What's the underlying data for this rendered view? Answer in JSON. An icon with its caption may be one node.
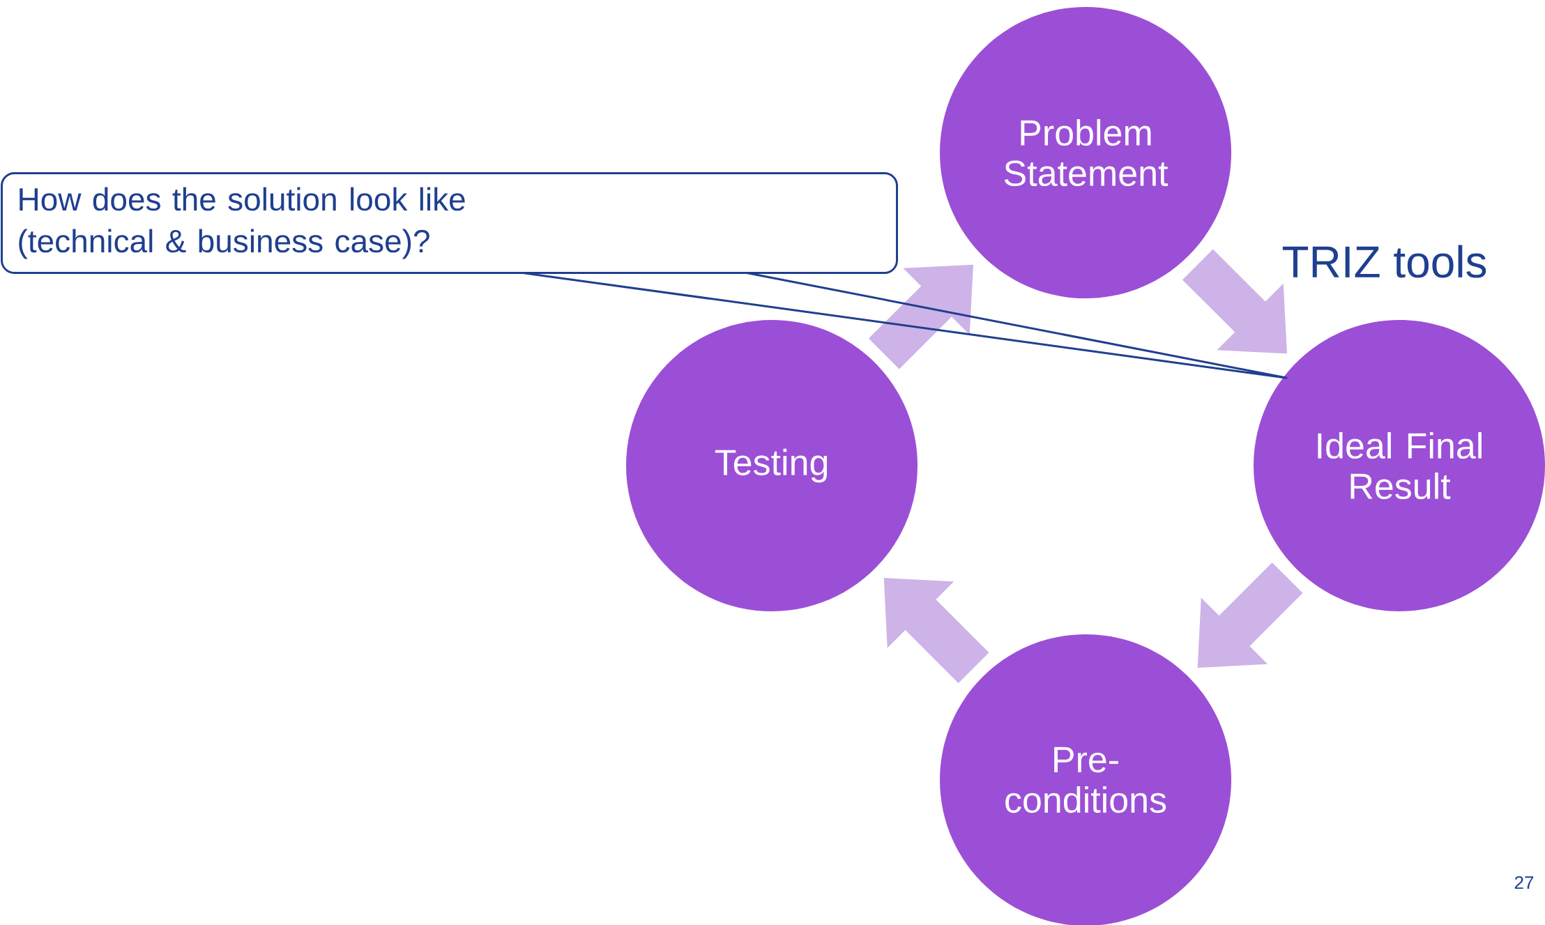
{
  "diagram": {
    "nodes": [
      {
        "text": [
          "Problem Statement"
        ]
      },
      {
        "text": [
          "How does the solution look like (technical & business case)?"
        ]
      },
      {
        "text": [
          "Testing"
        ]
      },
      {
        "text": [
          "Ideal Final Result"
        ]
      },
      {
        "text": [
          "Pre- conditions"
        ]
      }
    ],
    "edges": [
      {
        "from": 0,
        "to": 3,
        "arrow": "to"
      },
      {
        "from": 3,
        "to": 4,
        "arrow": "to"
      },
      {
        "from": 4,
        "to": 2,
        "arrow": "to"
      },
      {
        "from": 2,
        "to": 0,
        "arrow": "to"
      },
      {
        "from": 1,
        "to": 3,
        "arrow": "none",
        "color": "#1f3f8f"
      }
    ],
    "labels": [
      "TRIZ tools",
      "27"
    ]
  }
}
